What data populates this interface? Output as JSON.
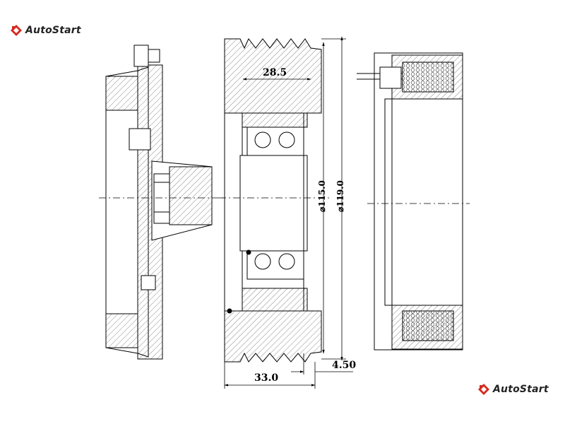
{
  "brand": {
    "name": "AutoStart",
    "accent_color": "#d42a1f"
  },
  "dimensions": {
    "groove_width": "28.5",
    "pulley_width": "33.0",
    "offset": "4.50",
    "inner_diameter": "⌀115.0",
    "outer_diameter": "⌀119.0"
  },
  "icons": {
    "logo": "autostart-logo-icon"
  }
}
